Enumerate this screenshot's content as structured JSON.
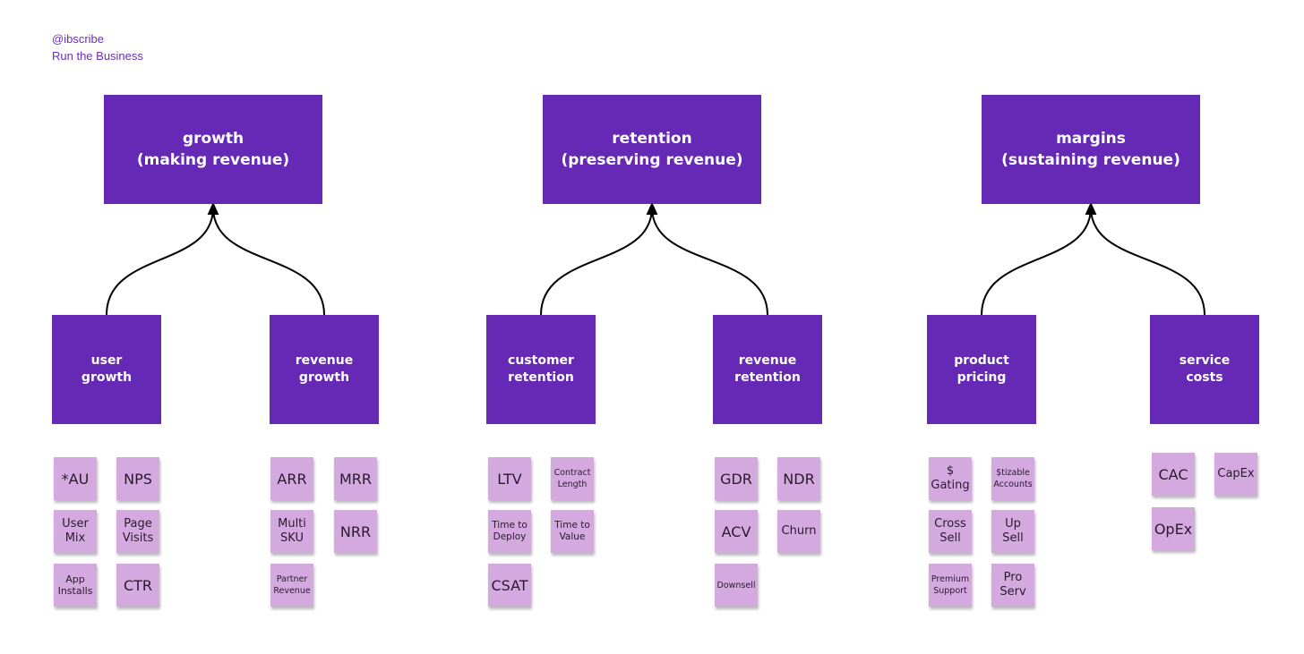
{
  "header": {
    "handle": "@ibscribe",
    "subtitle": "Run the Business"
  },
  "colors": {
    "box": "#6529b6",
    "note": "#d4a9e0",
    "header_text": "#6a2fb6",
    "connector": "#000000"
  },
  "columns": [
    {
      "title": "growth\n(making revenue)",
      "children": [
        {
          "label": "user\ngrowth",
          "notes": [
            "*AU",
            "NPS",
            "User\nMix",
            "Page\nVisits",
            "App\nInstalls",
            "CTR"
          ]
        },
        {
          "label": "revenue\ngrowth",
          "notes": [
            "ARR",
            "MRR",
            "Multi\nSKU",
            "NRR",
            "Partner\nRevenue"
          ]
        }
      ]
    },
    {
      "title": "retention\n(preserving revenue)",
      "children": [
        {
          "label": "customer\nretention",
          "notes": [
            "LTV",
            "Contract\nLength",
            "Time to\nDeploy",
            "Time to\nValue",
            "CSAT"
          ]
        },
        {
          "label": "revenue\nretention",
          "notes": [
            "GDR",
            "NDR",
            "ACV",
            "Churn",
            "Downsell"
          ]
        }
      ]
    },
    {
      "title": "margins\n(sustaining revenue)",
      "children": [
        {
          "label": "product\npricing",
          "notes": [
            "$\nGating",
            "$tizable\nAccounts",
            "Cross\nSell",
            "Up\nSell",
            "Premium\nSupport",
            "Pro\nServ"
          ]
        },
        {
          "label": "service\ncosts",
          "notes": [
            "CAC",
            "CapEx",
            "OpEx"
          ]
        }
      ]
    }
  ]
}
